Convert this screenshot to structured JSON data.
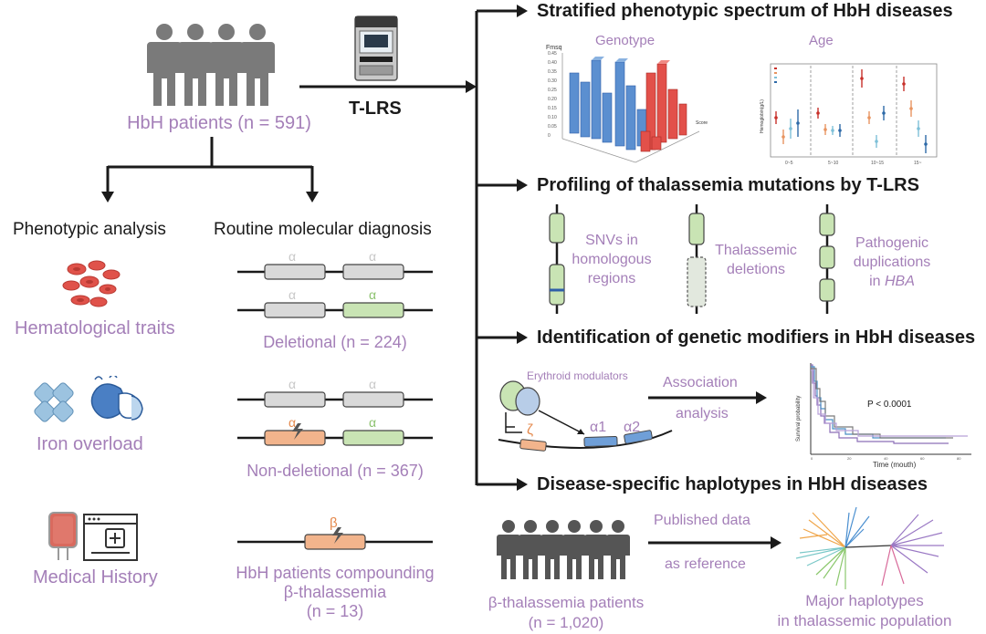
{
  "left": {
    "patients_label": "HbH patients (n = 591)",
    "phenotypic_heading": "Phenotypic analysis",
    "routine_heading": "Routine molecular diagnosis",
    "hematological": "Hematological traits",
    "iron": "Iron overload",
    "medical": "Medical History",
    "alpha": "α",
    "beta": "β",
    "deletional": "Deletional (n = 224)",
    "nondeletional": "Non-deletional (n = 367)",
    "compound_1": "HbH patients compounding",
    "compound_2": "β-thalassemia",
    "compound_3": "(n = 13)"
  },
  "center": {
    "tlrs": "T-LRS"
  },
  "right": {
    "s1_title": "Stratified phenotypic spectrum of HbH diseases",
    "s1_genotype": "Genotype",
    "s1_age": "Age",
    "s1_chart_fmsq": "Fmsq",
    "s1_chart_score": "Score",
    "s1_chart_ylabel": "Hemoglobin(g/L)",
    "s1_ticks": [
      "0.45",
      "0.40",
      "0.35",
      "0.30",
      "0.25",
      "0.20",
      "0.15",
      "0.10",
      "0.05",
      "0"
    ],
    "s1_age_ticks": [
      "0~5",
      "5~10",
      "10~15",
      "15~"
    ],
    "s2_title": "Profiling of thalassemia mutations by T-LRS",
    "s2_snv_1": "SNVs in",
    "s2_snv_2": "homologous",
    "s2_snv_3": "regions",
    "s2_del_1": "Thalassemic",
    "s2_del_2": "deletions",
    "s2_dup_1": "Pathogenic",
    "s2_dup_2": "duplications",
    "s2_dup_3a": "in ",
    "s2_dup_3b": "HBA",
    "s3_title": "Identification of genetic modifiers in HbH diseases",
    "s3_erythroid": "Erythroid modulators",
    "s3_zeta": "ζ",
    "s3_a1": "α1",
    "s3_a2": "α2",
    "s3_assoc_1": "Association",
    "s3_assoc_2": "analysis",
    "s3_p": "P < 0.0001",
    "s3_ylabel": "Survival probability",
    "s3_xlabel": "Time (mouth)",
    "s4_title": "Disease-specific haplotypes in HbH diseases",
    "s4_published": "Published data",
    "s4_reference": "as reference",
    "s4_beta_1": "β-thalassemia patients",
    "s4_beta_2": "(n = 1,020)",
    "s4_major_1": "Major haplotypes",
    "s4_major_2": "in thalassemic population"
  },
  "colors": {
    "purple": "#a47fb8",
    "grey_person": "#7a7a7a",
    "gene_grey": "#d9d9d9",
    "gene_green": "#c9e4b4",
    "gene_orange": "#f2b48c",
    "blue_bar": "#2f5fa8",
    "red_bar": "#d9352f"
  }
}
